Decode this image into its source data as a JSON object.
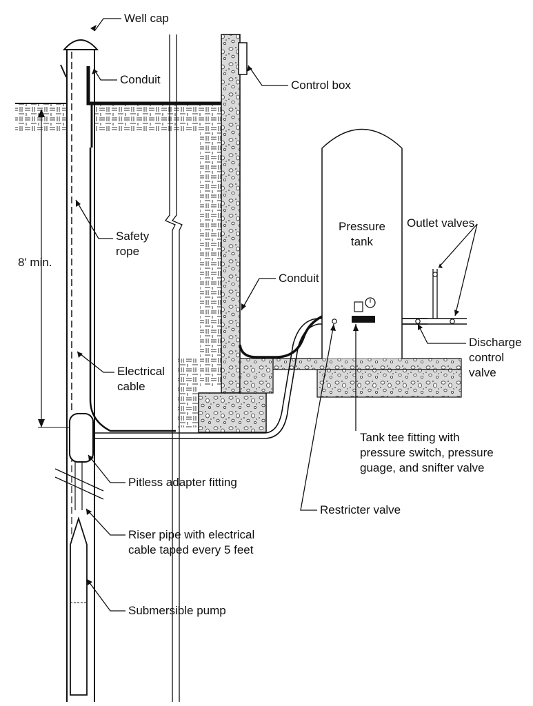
{
  "labels": {
    "well_cap": "Well cap",
    "conduit_top": "Conduit",
    "control_box": "Control box",
    "min_depth": "8' min.",
    "safety_rope": [
      "Safety",
      "rope"
    ],
    "pressure_tank": [
      "Pressure",
      "tank"
    ],
    "outlet_valves": "Outlet valves",
    "conduit_mid": "Conduit",
    "discharge_valve": [
      "Discharge",
      "control",
      "valve"
    ],
    "electrical_cable": [
      "Electrical",
      "cable"
    ],
    "tank_tee": [
      "Tank tee fitting with",
      "pressure switch, pressure",
      "guage, and snifter valve"
    ],
    "pitless_adapter": "Pitless adapter fitting",
    "restricter_valve": "Restricter valve",
    "riser_pipe": [
      "Riser pipe with electrical",
      "cable taped every 5 feet"
    ],
    "submersible_pump": "Submersible pump"
  }
}
